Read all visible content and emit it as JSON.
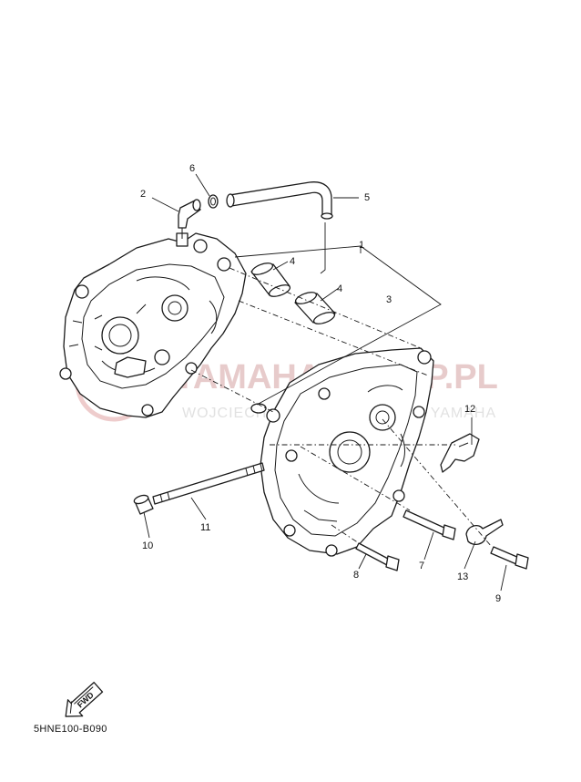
{
  "watermark": {
    "line1": "YAMAHA-SKLEP.PL",
    "line2": "WOJCIECH OLKOWICZ DEALER YAMAHA"
  },
  "fwd_marker": "FWD",
  "diagram_code": "5HNE100-B090",
  "callouts": [
    "1",
    "2",
    "3",
    "4",
    "4",
    "5",
    "6",
    "7",
    "8",
    "9",
    "10",
    "11",
    "12",
    "13"
  ]
}
